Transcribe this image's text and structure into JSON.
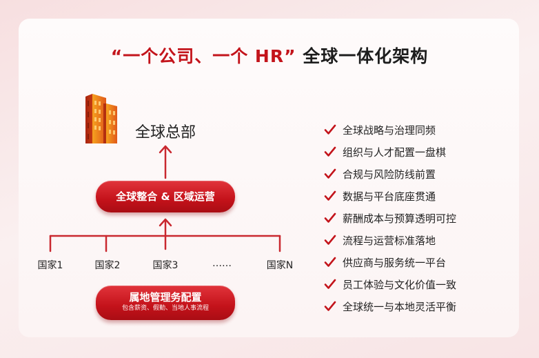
{
  "title": {
    "quote_open": "“",
    "highlight": "一个公司、一个 HR",
    "quote_close": "”",
    "rest": "全球一体化架构"
  },
  "colors": {
    "accent": "#c3141b",
    "text": "#222222",
    "connector": "#c9282f"
  },
  "hq": {
    "label": "全球总部",
    "icon": "building-icon"
  },
  "integration": {
    "label": "全球整合 & 区域运营"
  },
  "countries": [
    "国家1",
    "国家2",
    "国家3",
    "……",
    "国家N"
  ],
  "local": {
    "label": "属地管理务配置",
    "sub": "包含薪资、假勤、当地人事流程"
  },
  "checklist": [
    "全球战略与治理同频",
    "组织与人才配置一盘棋",
    "合规与风险防线前置",
    "数据与平台底座贯通",
    "薪酬成本与预算透明可控",
    "流程与运营标准落地",
    "供应商与服务统一平台",
    "员工体验与文化价值一致",
    "全球统一与本地灵活平衡"
  ]
}
